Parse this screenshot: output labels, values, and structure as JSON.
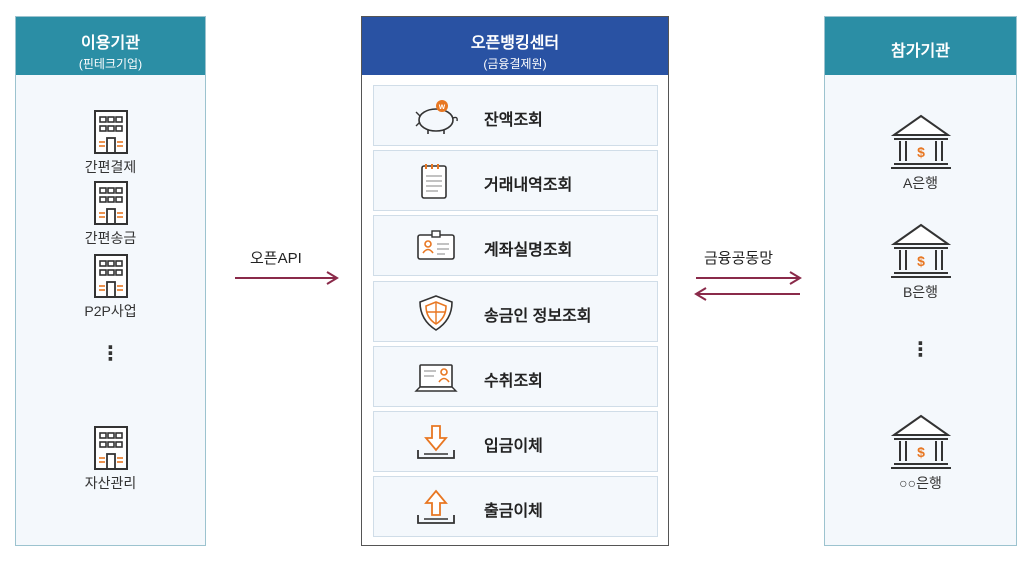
{
  "left_panel": {
    "title": "이용기관",
    "subtitle": "(핀테크기업)",
    "items": [
      {
        "label": "간편결제",
        "icon": "building-icon"
      },
      {
        "label": "간편송금",
        "icon": "building-icon"
      },
      {
        "label": "P2P사업",
        "icon": "building-icon"
      },
      {
        "label": "자산관리",
        "icon": "building-icon"
      }
    ],
    "ellipsis": "⋮"
  },
  "center_panel": {
    "title": "오픈뱅킹센터",
    "subtitle": "(금융결제원)",
    "services": [
      {
        "label": "잔액조회",
        "icon": "piggy-bank-icon"
      },
      {
        "label": "거래내역조회",
        "icon": "notepad-icon"
      },
      {
        "label": "계좌실명조회",
        "icon": "id-card-icon"
      },
      {
        "label": "송금인 정보조회",
        "icon": "shield-icon"
      },
      {
        "label": "수취조회",
        "icon": "laptop-user-icon"
      },
      {
        "label": "입금이체",
        "icon": "deposit-arrow-icon"
      },
      {
        "label": "출금이체",
        "icon": "withdraw-arrow-icon"
      }
    ]
  },
  "right_panel": {
    "title": "참가기관",
    "items": [
      {
        "label": "A은행",
        "icon": "bank-icon"
      },
      {
        "label": "B은행",
        "icon": "bank-icon"
      },
      {
        "label": "○○은행",
        "icon": "bank-icon"
      }
    ],
    "ellipsis": "⋮"
  },
  "connections": {
    "left": "오픈API",
    "right": "금융공동망"
  },
  "colors": {
    "teal_header": "#2b8ea5",
    "navy_header": "#2952a3",
    "arrow": "#8a2a4a",
    "accent_orange": "#e87722"
  }
}
